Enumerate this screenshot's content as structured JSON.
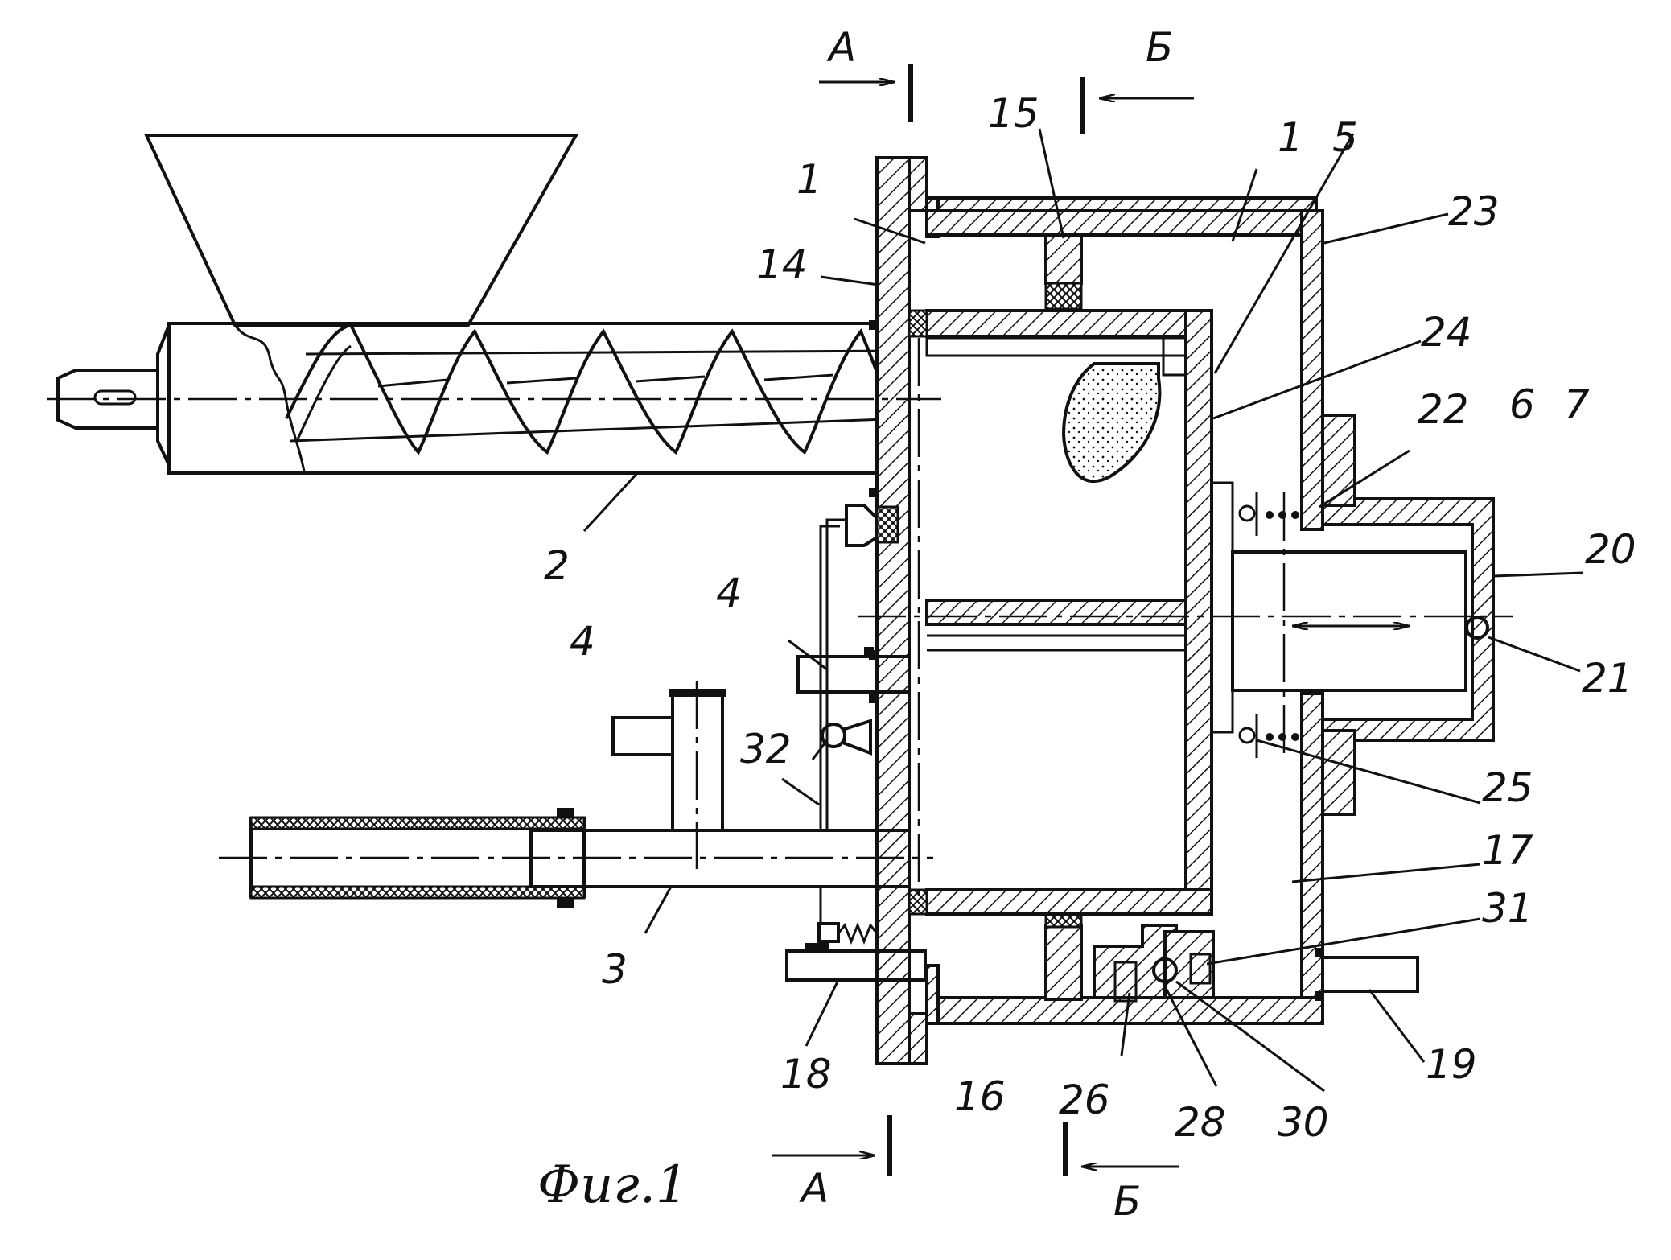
{
  "caption": "Фиг.1",
  "sections": {
    "a_top": "А",
    "b_top": "Б",
    "a_bottom": "А",
    "b_bottom": "Б"
  },
  "labels": {
    "l1a": "1",
    "l1b": "1",
    "l2": "2",
    "l3": "3",
    "l4a": "4",
    "l4b": "4",
    "l5": "5",
    "l6": "6",
    "l7": "7",
    "l14": "14",
    "l15": "15",
    "l16": "16",
    "l17": "17",
    "l18": "18",
    "l19": "19",
    "l20": "20",
    "l21": "21",
    "l22": "22",
    "l23": "23",
    "l24": "24",
    "l25": "25",
    "l26": "26",
    "l28": "28",
    "l30": "30",
    "l31": "31",
    "l32": "32"
  }
}
